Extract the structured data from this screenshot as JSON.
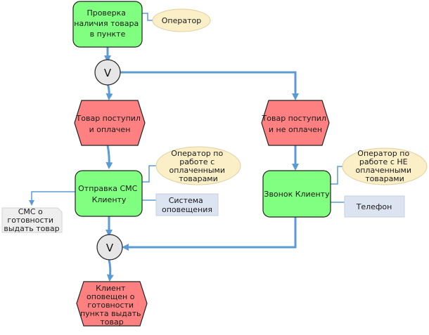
{
  "diagram": {
    "type": "EPC process flow",
    "functions": {
      "check_stock": [
        "Проверка",
        "наличия товара",
        "в пункте"
      ],
      "send_sms": [
        "Отправка СМС",
        "Клиенту"
      ],
      "call_client": [
        "Звонок Клиенту"
      ]
    },
    "events": {
      "paid": [
        "Товар поступил",
        "и оплачен"
      ],
      "unpaid": [
        "Товар поступил",
        "и не оплачен"
      ],
      "notified": [
        "Клиент",
        "оповещен о",
        "готовности",
        "пункта выдать",
        "товар"
      ]
    },
    "operators": {
      "split": "V",
      "join": "V"
    },
    "roles": {
      "operator": [
        "Оператор"
      ],
      "paid_operator": [
        "Оператор по",
        "работе с",
        "оплаченными",
        "товарами"
      ],
      "unpaid_operator": [
        "Оператор по",
        "работе с НЕ",
        "оплаченными",
        "товарами"
      ]
    },
    "systems": {
      "notification_system": [
        "Система",
        "оповещения"
      ],
      "phone": [
        "Телефон"
      ]
    },
    "documents": {
      "sms_doc": [
        "СМС о",
        "готовности",
        "выдать товар"
      ]
    },
    "colors": {
      "function_fill": "#80ff80",
      "event_fill": "#ff8080",
      "operator_fill": "#e6e6e6",
      "role_fill": "#fbefc8",
      "system_fill": "#dce3f1",
      "document_fill": "#eeeeee",
      "connector": "#5b9bd5"
    }
  }
}
